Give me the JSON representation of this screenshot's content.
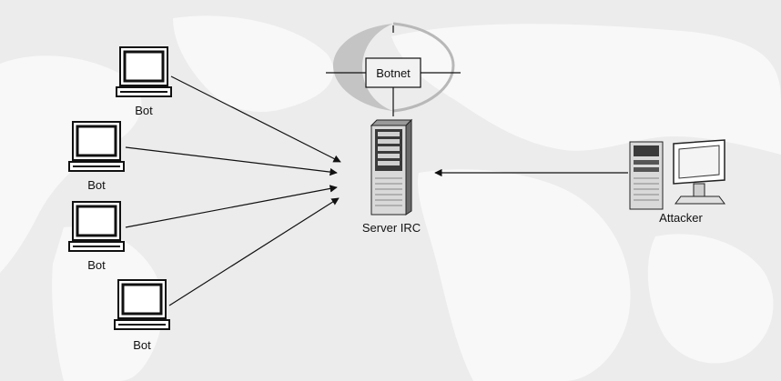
{
  "labels": {
    "botnet": "Botnet",
    "server": "Server IRC",
    "attacker": "Attacker",
    "bots": [
      "Bot",
      "Bot",
      "Bot",
      "Bot"
    ]
  },
  "colors": {
    "background": "#ececec",
    "map": "#f8f8f8",
    "ink": "#111111",
    "ring": "#b8b8b8"
  },
  "icons": {
    "bot": "desktop-computer-icon",
    "server": "server-tower-icon",
    "attacker": "workstation-icon",
    "botnet": "network-ring-icon"
  }
}
